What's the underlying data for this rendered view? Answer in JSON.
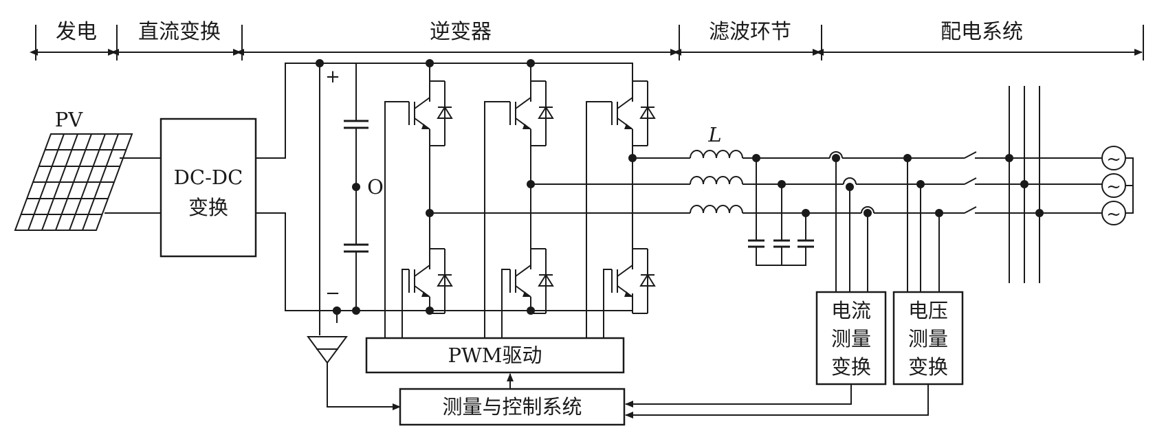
{
  "sections": [
    "发电",
    "直流变换",
    "逆变器",
    "滤波环节",
    "配电系统"
  ],
  "pv_label": "PV",
  "dcdc": {
    "line1": "DC-DC",
    "line2": "变换"
  },
  "plus_sign": "+",
  "minus_sign": "−",
  "midpoint_label": "O",
  "inductor_label": "L",
  "pwm_label": "PWM驱动",
  "control_label": "测量与控制系统",
  "current_box": [
    "电流",
    "测量",
    "变换"
  ],
  "voltage_box": [
    "电压",
    "测量",
    "变换"
  ],
  "grid_source_symbol": "~",
  "colors": {
    "line": "#1a1a1a",
    "background": "#ffffff"
  }
}
